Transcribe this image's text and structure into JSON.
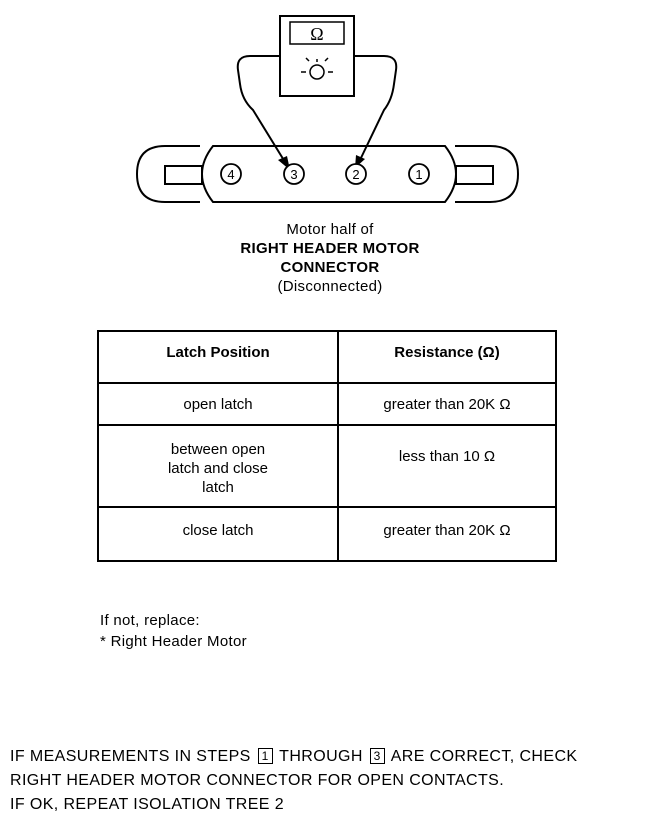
{
  "meter": {
    "display_symbol": "Ω"
  },
  "connector": {
    "pins": [
      "4",
      "3",
      "2",
      "1"
    ]
  },
  "caption": {
    "line1": "Motor half of",
    "line2": "RIGHT HEADER MOTOR",
    "line3": "CONNECTOR",
    "line4": "(Disconnected)"
  },
  "table": {
    "headers": [
      "Latch Position",
      "Resistance (Ω)"
    ],
    "rows": [
      {
        "position": "open latch",
        "resistance": "greater than 20K Ω"
      },
      {
        "position": "between open latch and close latch",
        "resistance": "less than 10 Ω"
      },
      {
        "position": "close latch",
        "resistance": "greater than 20K Ω"
      }
    ]
  },
  "note": {
    "line1": "If not, replace:",
    "line2": "* Right Header Motor"
  },
  "footer": {
    "line1_a": "IF MEASUREMENTS IN STEPS",
    "step_start": "1",
    "line1_b": "THROUGH",
    "step_end": "3",
    "line1_c": "ARE CORRECT, CHECK",
    "line2": "RIGHT HEADER MOTOR CONNECTOR FOR OPEN CONTACTS.",
    "line3": "IF OK, REPEAT ISOLATION TREE 2"
  }
}
